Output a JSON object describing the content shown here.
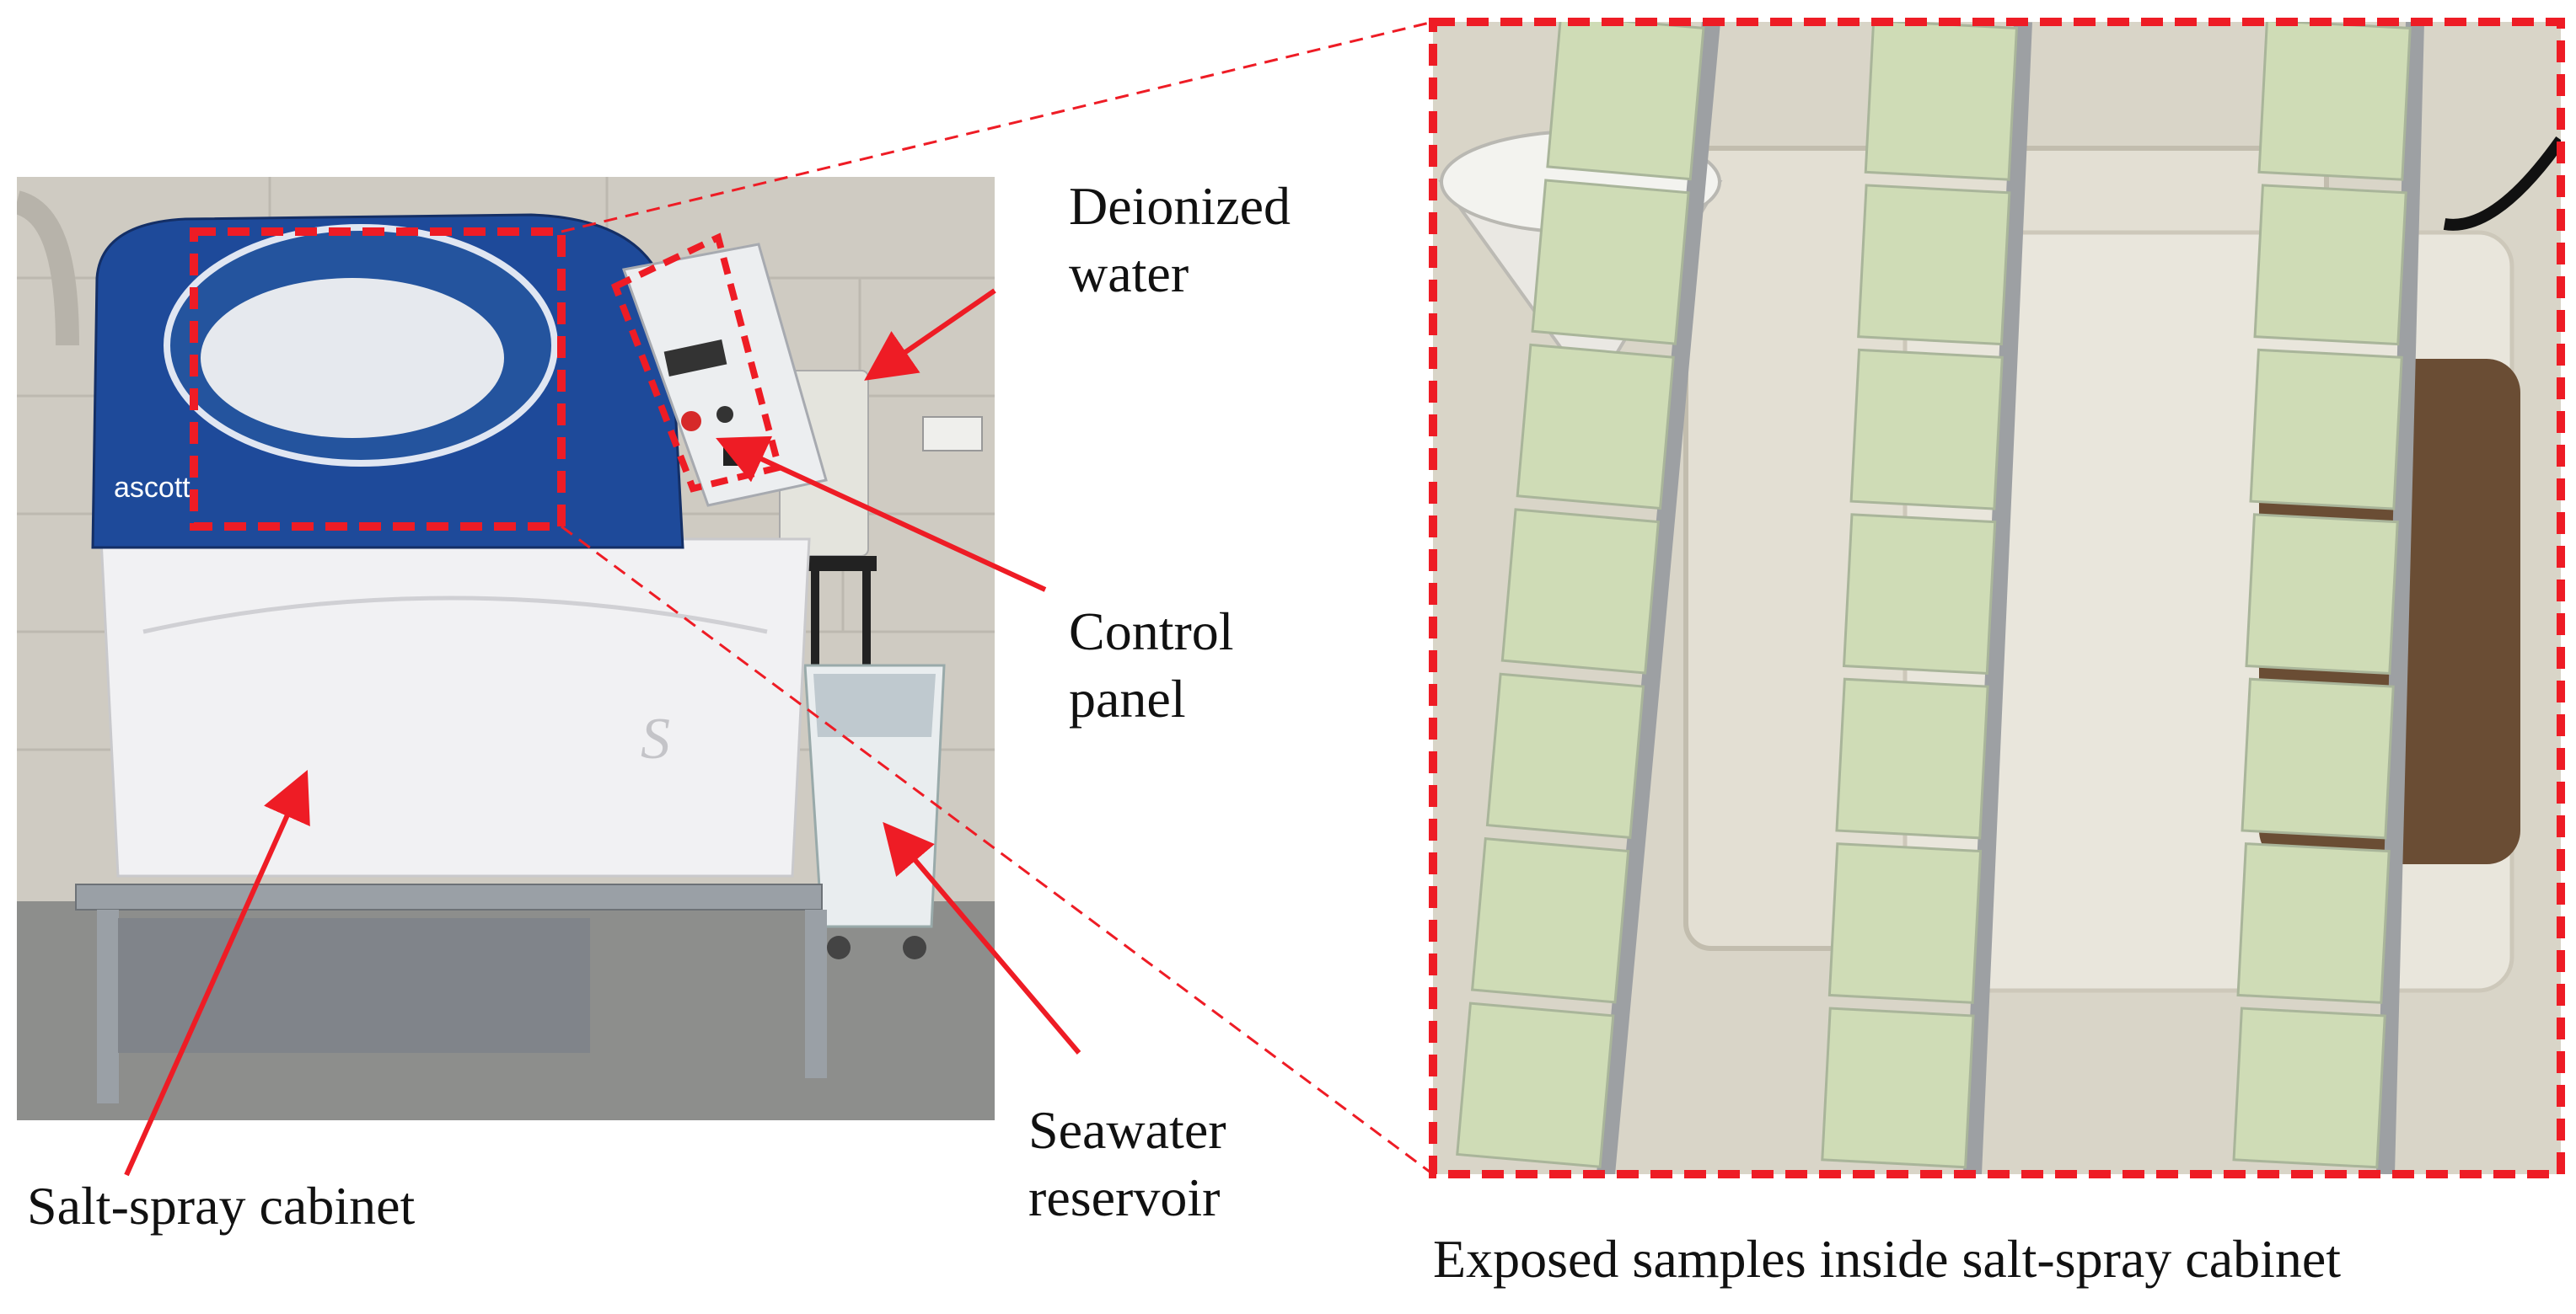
{
  "photo_left": {
    "cabinet_brand": "ascott",
    "cabinet_logo": "S"
  },
  "labels": {
    "deionized_water": [
      "Deionized",
      "water"
    ],
    "control_panel": [
      "Control",
      "panel"
    ],
    "seawater_reservoir": [
      "Seawater",
      "reservoir"
    ],
    "salt_spray_cabinet": "Salt-spray cabinet",
    "exposed_samples": "Exposed samples inside salt-spray cabinet"
  },
  "colors": {
    "annotation": "#ee1c25",
    "cabinet_blue": "#1e4a9a",
    "cabinet_white": "#f1f1f3",
    "sample_green": "#cfdcb6"
  }
}
